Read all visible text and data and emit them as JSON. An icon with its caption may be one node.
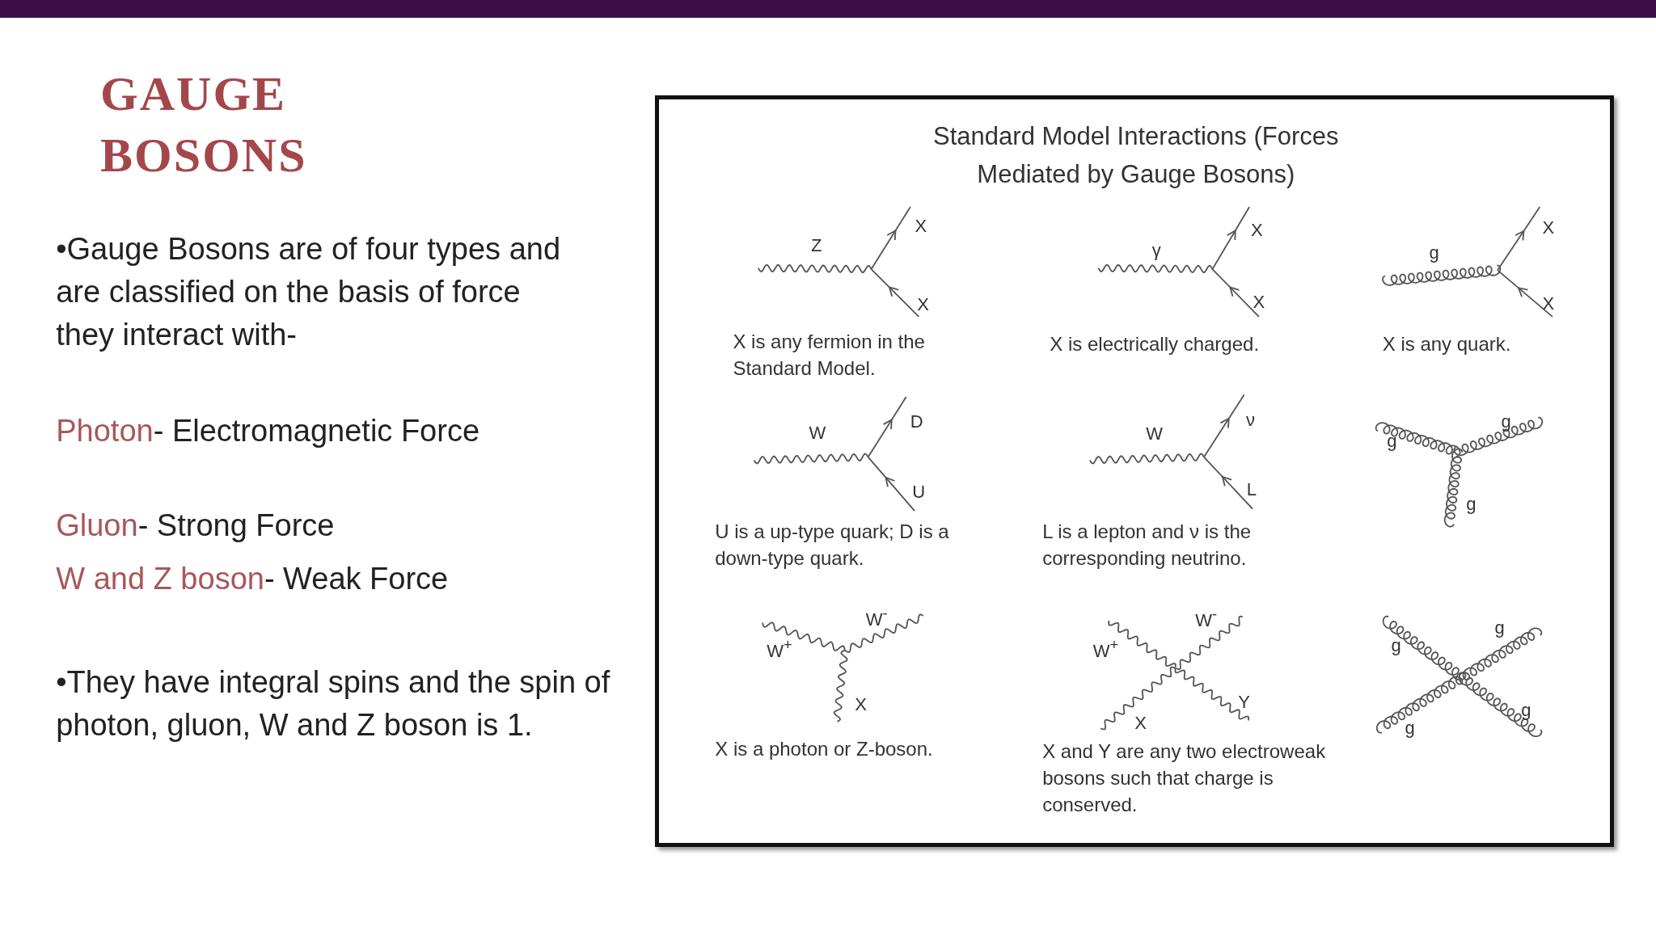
{
  "diagram": {
    "title": "GAUGE BOSONS",
    "nodes": [
      {
        "text": [
          "Standard Model Interactions (Forces Mediated by Gauge Bosons)"
        ]
      }
    ],
    "edges": [],
    "labels": [
      "•Gauge Bosons  are of four types and are classified on the basis of force they interact with-",
      "Photon",
      "- Electromagnetic Force",
      "Gluon",
      "- Strong Force",
      "W and Z boson",
      "- Weak Force",
      "•They have integral spins and the spin of photon, gluon, W and Z boson is 1.",
      "Z",
      "X",
      "X",
      "X is any fermion in the Standard Model.",
      "γ",
      "X",
      "X",
      "X is electrically charged.",
      "g",
      "X",
      "X",
      "X is any quark.",
      "W",
      "D",
      "U",
      "U is a up-type quark; D is a down-type quark.",
      "W",
      "ν",
      "L",
      "L is a lepton and ν is the corresponding neutrino.",
      "g",
      "g",
      "g",
      "W$^{+}$",
      "W$^{-}$",
      "X",
      "X is a photon or Z-boson.",
      "W$^{+}$",
      "W$^{-}$",
      "X",
      "Y",
      "X and Y are any two electroweak bosons such that charge is conserved.",
      "g",
      "g",
      "g",
      "g"
    ]
  }
}
